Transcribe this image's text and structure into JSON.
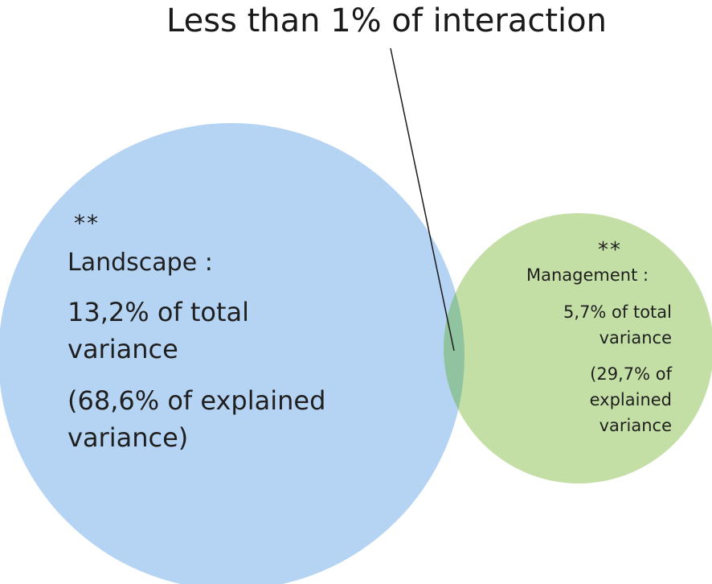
{
  "callout": {
    "label": "Less than 1% of interaction"
  },
  "landscape": {
    "stars": "**",
    "title": "Landscape :",
    "total_line1": "13,2% of total",
    "total_line2": "variance",
    "explained_line1": "(68,6% of explained",
    "explained_line2": "variance)",
    "color": "#b5d3f2"
  },
  "management": {
    "stars": "**",
    "title": "Management :",
    "total_line1": "5,7% of total",
    "total_line2": "variance",
    "explained_line1": "(29,7% of",
    "explained_line2": "explained",
    "explained_line3": "variance",
    "color": "#c4dfa5"
  },
  "overlap": {
    "color": "#90c3a0"
  }
}
